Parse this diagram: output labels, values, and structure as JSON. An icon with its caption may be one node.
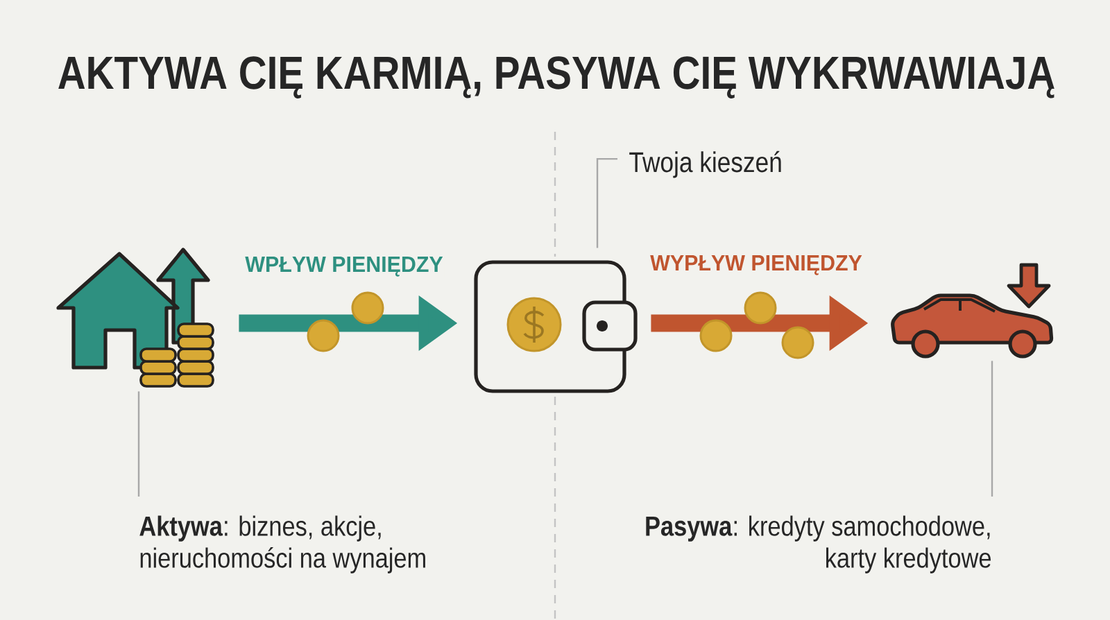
{
  "diagram": {
    "title": "AKTYWA CIĘ KARMIĄ, PASYWA CIĘ WYKRWAWIAJĄ",
    "nodes": [
      {
        "text": [
          "Twoja kieszeń"
        ]
      },
      {
        "text": [],
        "shape": "picture"
      },
      {
        "text": [],
        "shape": "picture"
      },
      {
        "text": [],
        "shape": "picture"
      },
      {
        "text": [
          "**Aktywa**: biznes, akcje, nieruchomości na wynajem"
        ]
      },
      {
        "text": [
          "**Pasywa**: kredyty samochodowe, karty kredytowe"
        ]
      }
    ],
    "edges": [
      {
        "from": 1,
        "to": 2,
        "arrow": "to",
        "label": "WPŁYW PIENIĘDZY",
        "style": "thick",
        "color": "#2e9080"
      },
      {
        "from": 2,
        "to": 3,
        "arrow": "to",
        "label": "WYPŁYW PIENIĘDZY",
        "style": "thick",
        "color": "#c0552f"
      },
      {
        "from": 0,
        "to": 2,
        "arrow": "none"
      },
      {
        "from": 4,
        "to": 1,
        "arrow": "none"
      },
      {
        "from": 5,
        "to": 3,
        "arrow": "none"
      }
    ]
  }
}
